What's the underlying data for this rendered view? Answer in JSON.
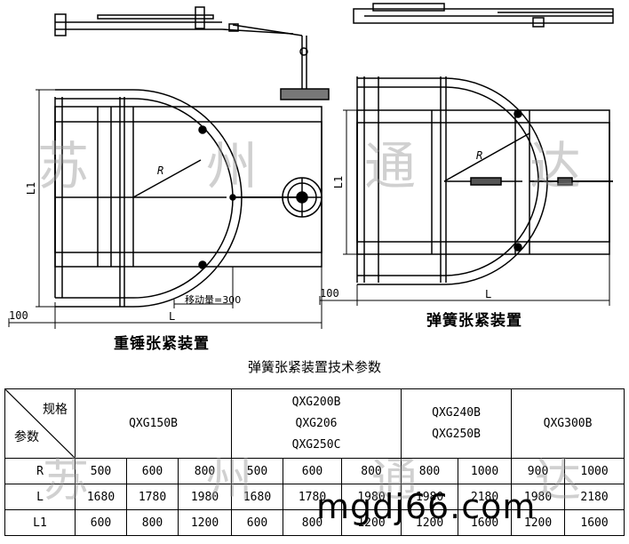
{
  "drawing": {
    "left_caption": "重锤张紧装置",
    "right_caption": "弹簧张紧装置",
    "dim_R": "R",
    "dim_L": "L",
    "dim_L1": "L1",
    "dim_100": "100",
    "stroke_note": "移动量=300"
  },
  "watermark": {
    "chars": [
      "苏",
      "州",
      "通",
      "达"
    ]
  },
  "table": {
    "title": "弹簧张紧装置技术参数",
    "header": {
      "spec": "规格",
      "param": "参数"
    },
    "models": [
      {
        "lines": [
          "QXG150B"
        ]
      },
      {
        "lines": [
          "QXG200B",
          "QXG206",
          "QXG250C"
        ]
      },
      {
        "lines": [
          "QXG240B",
          "QXG250B"
        ]
      },
      {
        "lines": [
          "QXG300B"
        ]
      }
    ],
    "rows": [
      {
        "label": "R",
        "values": [
          "500",
          "600",
          "800",
          "500",
          "600",
          "800",
          "800",
          "1000",
          "900",
          "1000"
        ]
      },
      {
        "label": "L",
        "values": [
          "1680",
          "1780",
          "1980",
          "1680",
          "1780",
          "1980",
          "1980",
          "2180",
          "1980",
          "2180"
        ]
      },
      {
        "label": "L1",
        "values": [
          "600",
          "800",
          "1200",
          "600",
          "800",
          "1200",
          "1200",
          "1600",
          "1200",
          "1600"
        ]
      }
    ]
  },
  "footer": {
    "site": "mgdj66.com"
  }
}
